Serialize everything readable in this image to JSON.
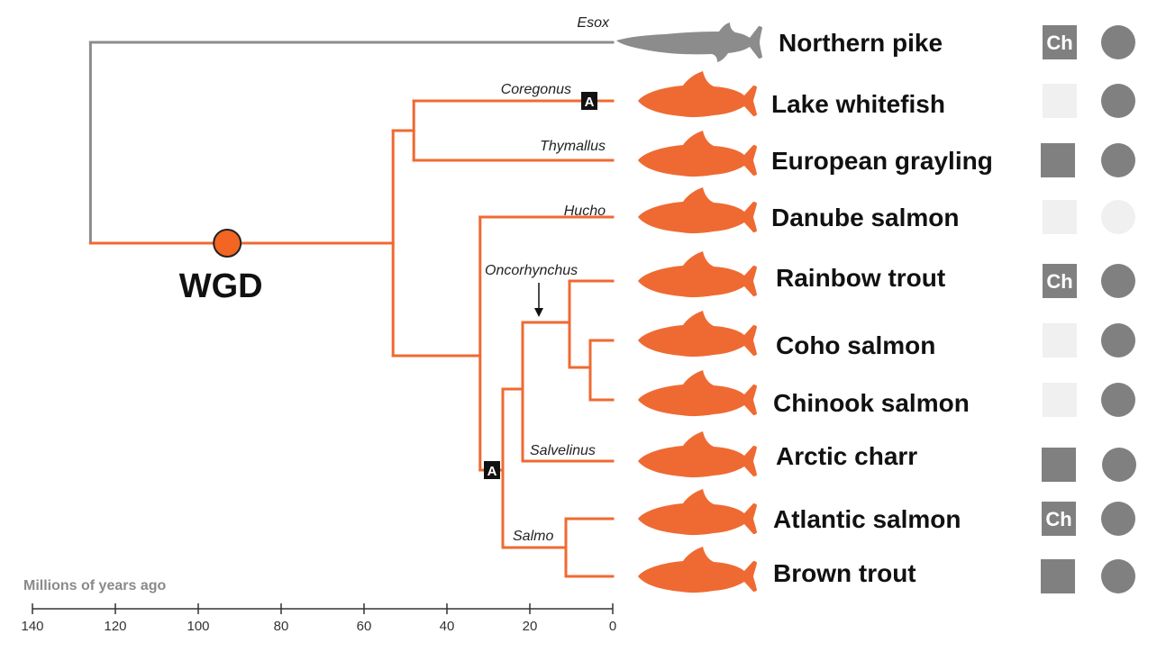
{
  "colors": {
    "salmonid": "#ef6a32",
    "outgroup": "#8c8c8c",
    "wgd_marker": "#f26522",
    "square_filled": "#808080",
    "square_empty": "#f0f0f0",
    "circle_filled": "#808080",
    "circle_empty": "#f0f0f0",
    "badge": "#111111"
  },
  "axis": {
    "title": "Millions of years ago",
    "ticks": [
      140,
      120,
      100,
      80,
      60,
      40,
      20,
      0
    ]
  },
  "event": {
    "label": "WGD",
    "age_mya": 93
  },
  "badge_letter": "A",
  "ch_label": "Ch",
  "tree": {
    "root_age_mya": 126,
    "nodes": [
      {
        "id": "salmonidae",
        "age_mya": 53
      },
      {
        "id": "coregonus_thymallus",
        "age_mya": 48
      },
      {
        "id": "salmoninae",
        "age_mya": 32
      },
      {
        "id": "onc_salv_salmo",
        "age_mya": 26
      },
      {
        "id": "onc_salv",
        "age_mya": 21
      },
      {
        "id": "oncorhynchus",
        "age_mya": 11
      },
      {
        "id": "coho_chinook",
        "age_mya": 6
      },
      {
        "id": "salmo",
        "age_mya": 11
      }
    ]
  },
  "genus_labels": [
    {
      "id": "esox",
      "text": "Esox"
    },
    {
      "id": "coregonus",
      "text": "Coregonus"
    },
    {
      "id": "thymallus",
      "text": "Thymallus"
    },
    {
      "id": "hucho",
      "text": "Hucho"
    },
    {
      "id": "oncorhynchus",
      "text": "Oncorhynchus"
    },
    {
      "id": "salvelinus",
      "text": "Salvelinus"
    },
    {
      "id": "salmo",
      "text": "Salmo"
    }
  ],
  "species": [
    {
      "id": "northern-pike",
      "name": "Northern pike",
      "genus": "Esox",
      "square": "ch",
      "circle": "filled"
    },
    {
      "id": "lake-whitefish",
      "name": "Lake whitefish",
      "genus": "Coregonus",
      "square": "empty",
      "circle": "filled"
    },
    {
      "id": "european-grayling",
      "name": "European grayling",
      "genus": "Thymallus",
      "square": "filled",
      "circle": "filled"
    },
    {
      "id": "danube-salmon",
      "name": "Danube salmon",
      "genus": "Hucho",
      "square": "empty",
      "circle": "empty"
    },
    {
      "id": "rainbow-trout",
      "name": "Rainbow trout",
      "genus": "Oncorhynchus",
      "square": "ch",
      "circle": "filled"
    },
    {
      "id": "coho-salmon",
      "name": "Coho salmon",
      "genus": "Oncorhynchus",
      "square": "empty",
      "circle": "filled"
    },
    {
      "id": "chinook-salmon",
      "name": "Chinook salmon",
      "genus": "Oncorhynchus",
      "square": "empty",
      "circle": "filled"
    },
    {
      "id": "arctic-charr",
      "name": "Arctic charr",
      "genus": "Salvelinus",
      "square": "filled",
      "circle": "filled"
    },
    {
      "id": "atlantic-salmon",
      "name": "Atlantic salmon",
      "genus": "Salmo",
      "square": "ch",
      "circle": "filled"
    },
    {
      "id": "brown-trout",
      "name": "Brown trout",
      "genus": "Salmo",
      "square": "filled",
      "circle": "filled"
    }
  ]
}
